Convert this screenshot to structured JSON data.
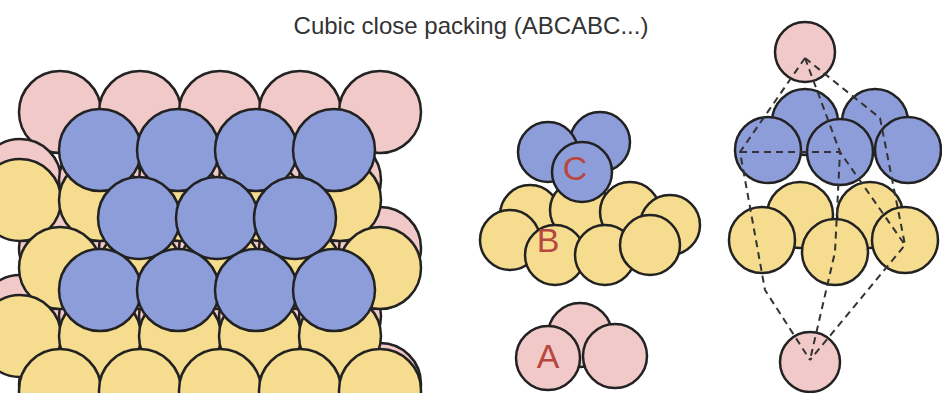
{
  "diagram": {
    "title": "Cubic close packing (ABCABC...)",
    "labels": [
      "C",
      "B",
      "A"
    ]
  }
}
